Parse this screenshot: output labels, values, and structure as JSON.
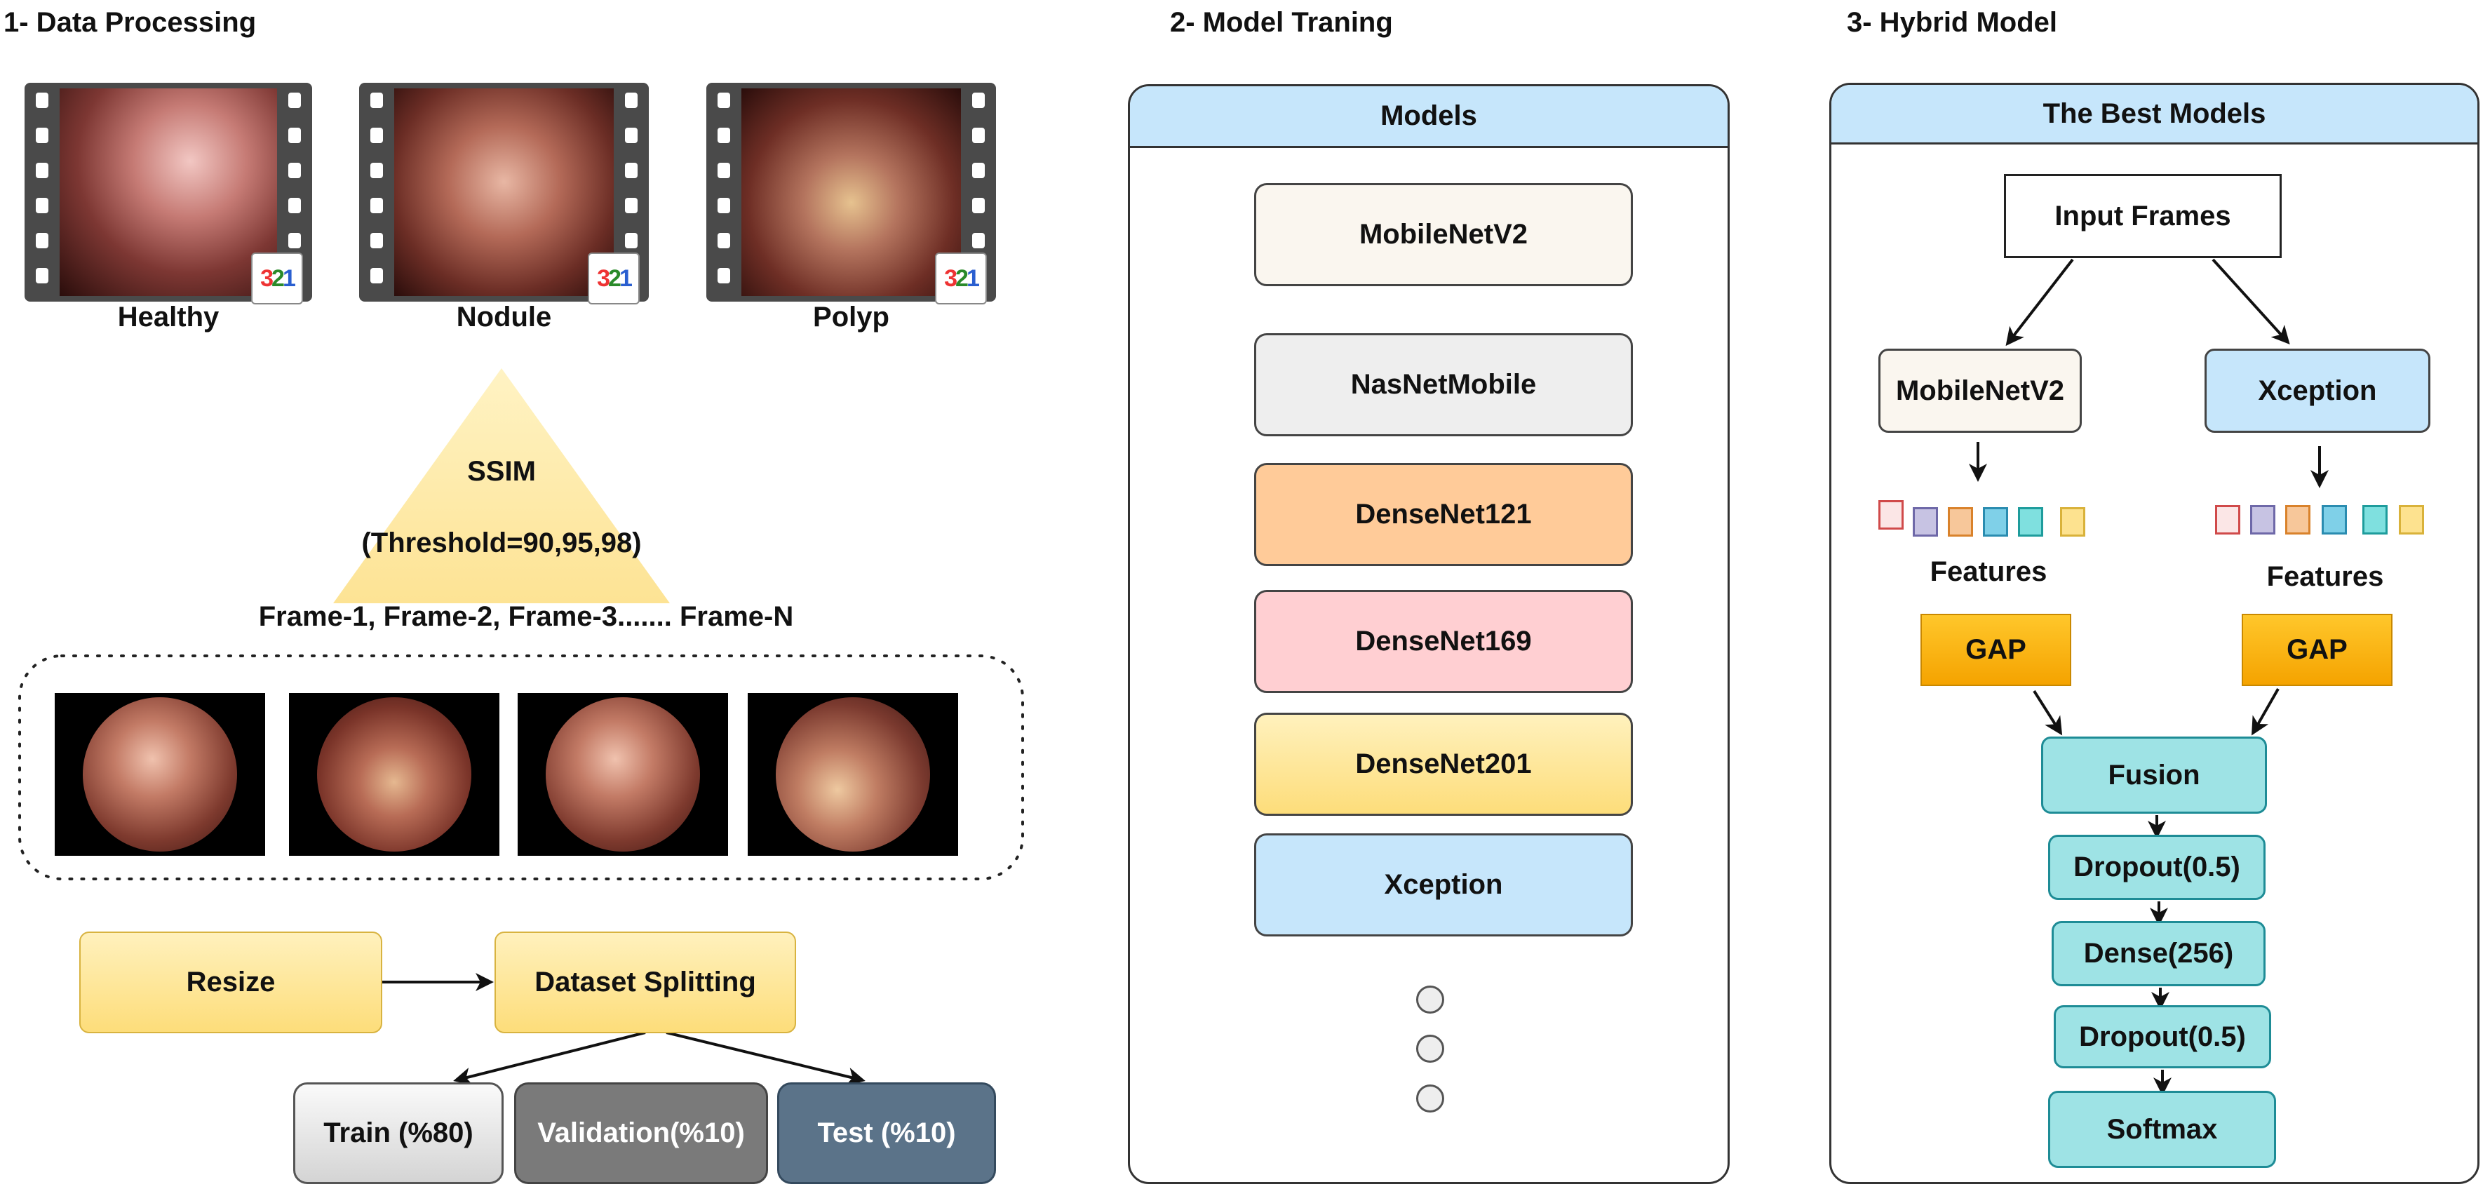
{
  "sections": {
    "data_processing": "1- Data Processing",
    "model_training": "2- Model Traning",
    "hybrid_model": "3- Hybrid Model"
  },
  "videos": [
    {
      "label": "Healthy",
      "badge": "321"
    },
    {
      "label": "Nodule",
      "badge": "321"
    },
    {
      "label": "Polyp",
      "badge": "321"
    }
  ],
  "ssim": {
    "title": "SSIM",
    "threshold": "(Threshold=90,95,98)",
    "frames": "Frame-1,  Frame-2,  Frame-3....... Frame-N"
  },
  "pipeline": {
    "resize": "Resize",
    "split": "Dataset Splitting",
    "train": "Train (%80)",
    "validation": "Validation(%10)",
    "test": "Test (%10)"
  },
  "models_panel": {
    "header": "Models",
    "items": [
      {
        "label": "MobileNetV2",
        "color": "#faf6ef"
      },
      {
        "label": "NasNetMobile",
        "color": "#eeeeee"
      },
      {
        "label": "DenseNet121",
        "color": "#ffcb99"
      },
      {
        "label": "DenseNet169",
        "color": "#ffcfd2"
      },
      {
        "label": "DenseNet201",
        "color": "#fde9a6"
      },
      {
        "label": "Xception",
        "color": "#c6e6fb"
      }
    ]
  },
  "hybrid_panel": {
    "header": "The Best Models",
    "input": "Input Frames",
    "left_model": "MobileNetV2",
    "right_model": "Xception",
    "features": "Features",
    "gap": "GAP",
    "fusion": "Fusion",
    "dropout1": "Dropout(0.5)",
    "dense": "Dense(256)",
    "dropout2": "Dropout(0.5)",
    "softmax": "Softmax"
  },
  "colors": {
    "feature_colors": [
      "#e8a8a8",
      "#c7c3e3",
      "#f7c79a",
      "#7fd0e8",
      "#7fe0df",
      "#fde28f"
    ],
    "feature_borders": [
      "#d04a4a",
      "#6e68a8",
      "#d9822b",
      "#2a8cb0",
      "#1e9c9c",
      "#d9b23a"
    ]
  }
}
